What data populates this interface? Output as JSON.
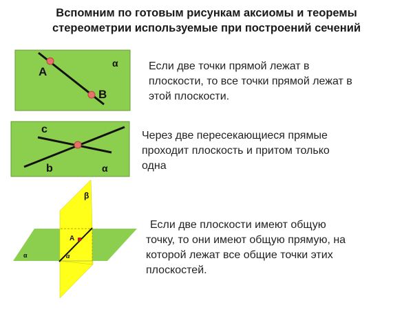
{
  "title": {
    "line1": "Вспомним по готовым рисункам аксиомы и теоремы",
    "line2": "стереометрии используемые при построений сечений"
  },
  "figures": [
    {
      "id": "fig1",
      "plane_label": "α",
      "points": [
        "A",
        "B"
      ]
    },
    {
      "id": "fig2",
      "plane_label": "α",
      "lines": [
        "c",
        "b"
      ]
    },
    {
      "id": "fig3",
      "plane_labels": [
        "β",
        "α"
      ],
      "point": "A",
      "line": "a"
    }
  ],
  "statements": [
    {
      "lines": [
        "Если две точки прямой лежат в",
        "плоскости, то все точки прямой лежат в",
        "этой плоскости."
      ]
    },
    {
      "lines": [
        "Через две пересекающиеся прямые",
        "проходит плоскость и притом только",
        "одна"
      ]
    },
    {
      "lines": [
        "Если две плоскости имеют общую",
        "точку, то они имеют общую прямую, на",
        "которой лежат все общие точки этих",
        "плоскостей."
      ]
    }
  ],
  "colors": {
    "plane_green": "#8ccf4f",
    "plane_yellow": "#ffff1a",
    "point_red": "#e8726a",
    "point_dark_red": "#cc1a1a"
  }
}
